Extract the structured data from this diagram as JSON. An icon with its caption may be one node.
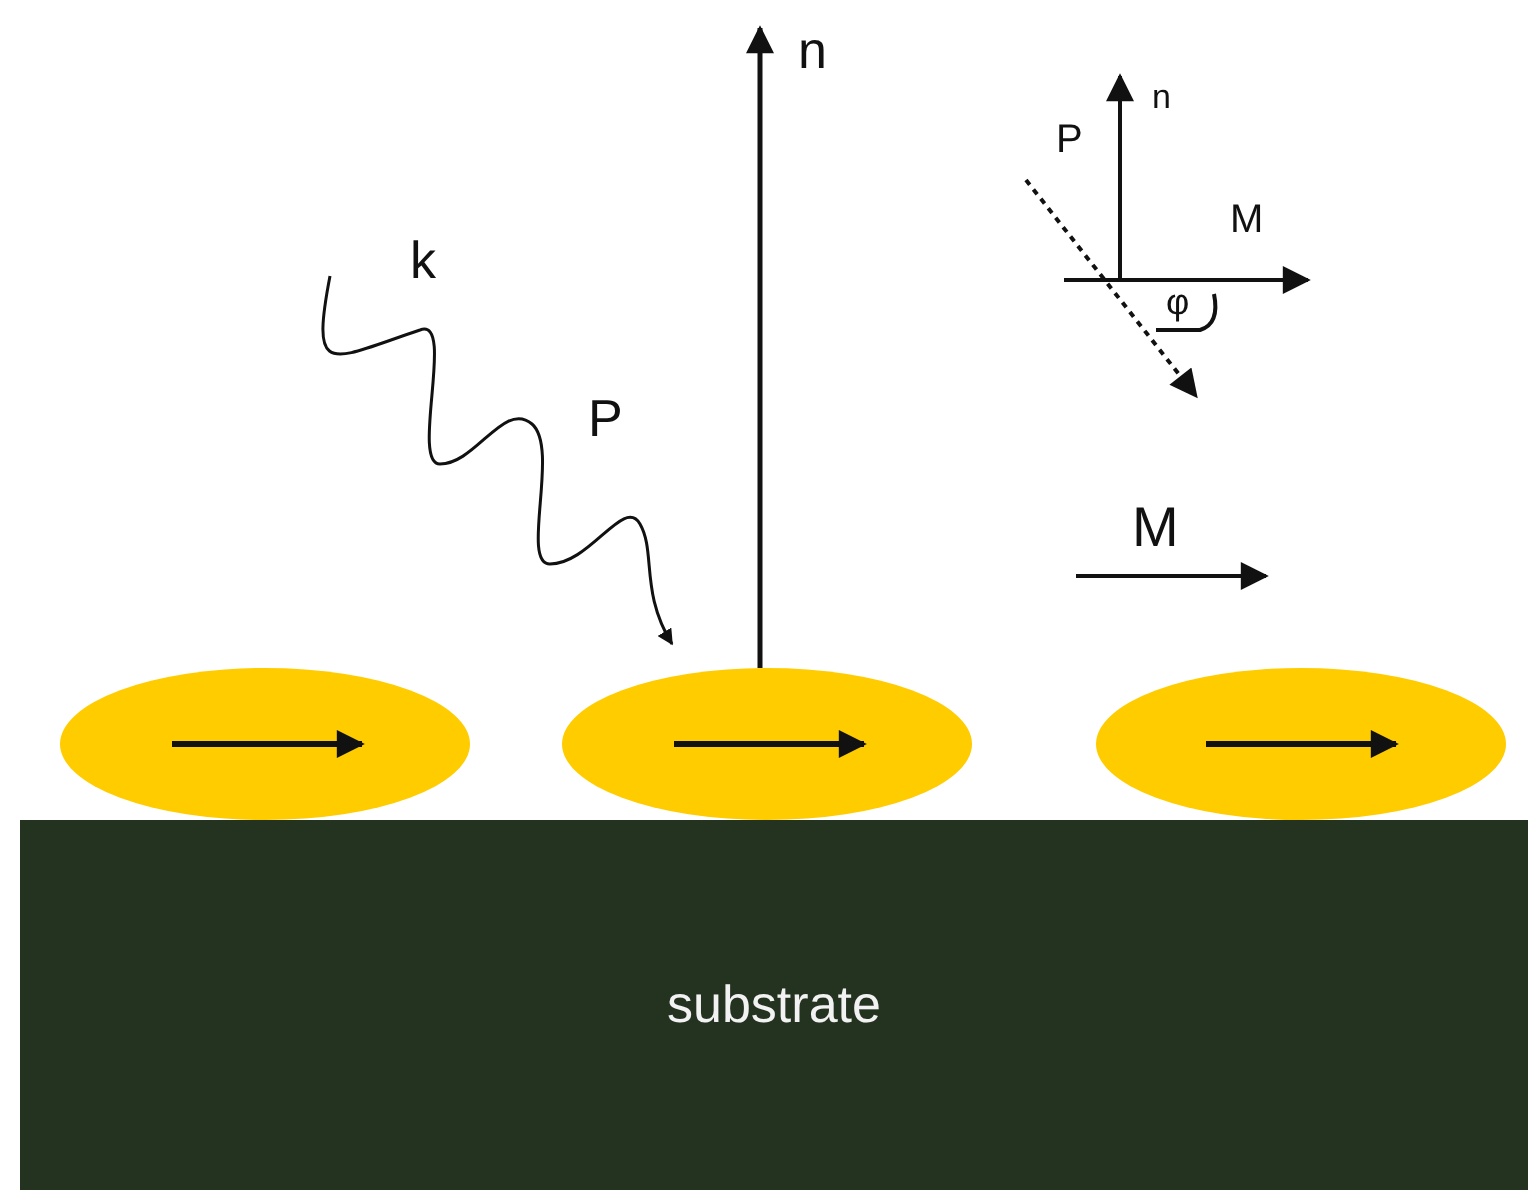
{
  "diagram": {
    "nodes": [
      {
        "text": [],
        "shape": "ellipse"
      },
      {
        "text": [],
        "shape": "ellipse"
      },
      {
        "text": [],
        "shape": "ellipse"
      },
      {
        "text": [
          "substrate"
        ]
      }
    ],
    "labels": [
      "n",
      "n",
      "P",
      "k",
      "M",
      "φ",
      "P",
      "M"
    ]
  }
}
